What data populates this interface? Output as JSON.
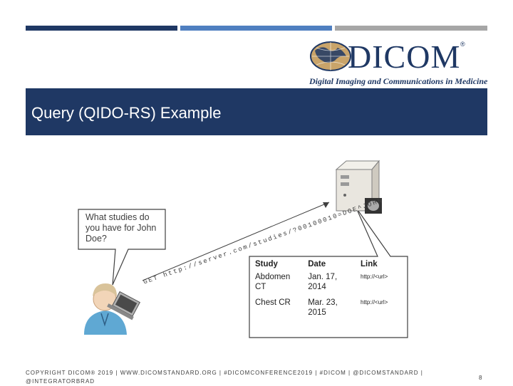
{
  "header_bars": [
    "#1f3864",
    "#4f7fc0",
    "#a6a6a6"
  ],
  "logo": {
    "word": "DICOM",
    "registered": "®",
    "tagline": "Digital Imaging and Communications in Medicine"
  },
  "title": "Query (QIDO-RS) Example",
  "speech_bubble": "What studies do you have for John Doe?",
  "request_url": "GET http://server.com/studies/?00100010=DOE^JOHN",
  "results_table": {
    "headers": [
      "Study",
      "Date",
      "Link"
    ],
    "rows": [
      [
        "Abdomen CT",
        "Jan. 17, 2014",
        "http://<url>"
      ],
      [
        "Chest CR",
        "Mar. 23, 2015",
        "http://<url>"
      ]
    ]
  },
  "footer": "COPYRIGHT DICOM® 2019 | WWW.DICOMSTANDARD.ORG | #DICOMCONFERENCE2019 | #DICOM | @DICOMSTANDARD | @INTEGRATORBRAD",
  "page_number": "8",
  "icons": [
    "dicom-globe-icon",
    "server-icon",
    "person-with-laptop-icon"
  ]
}
